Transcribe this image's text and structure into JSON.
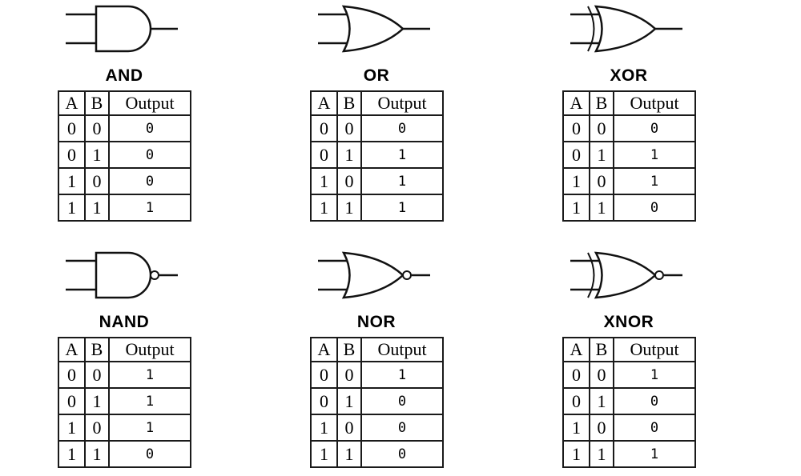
{
  "colors": {
    "background": "#ffffff",
    "line": "#111111",
    "text": "#000000"
  },
  "table": {
    "headers": [
      "A",
      "B",
      "Output"
    ],
    "input_rows": [
      [
        "0",
        "0"
      ],
      [
        "0",
        "1"
      ],
      [
        "1",
        "0"
      ],
      [
        "1",
        "1"
      ]
    ]
  },
  "gates": [
    {
      "label": "AND",
      "symbol": "and-gate-icon",
      "outputs": [
        "0",
        "0",
        "0",
        "1"
      ]
    },
    {
      "label": "OR",
      "symbol": "or-gate-icon",
      "outputs": [
        "0",
        "1",
        "1",
        "1"
      ]
    },
    {
      "label": "XOR",
      "symbol": "xor-gate-icon",
      "outputs": [
        "0",
        "1",
        "1",
        "0"
      ]
    },
    {
      "label": "NAND",
      "symbol": "nand-gate-icon",
      "outputs": [
        "1",
        "1",
        "1",
        "0"
      ]
    },
    {
      "label": "NOR",
      "symbol": "nor-gate-icon",
      "outputs": [
        "1",
        "0",
        "0",
        "0"
      ]
    },
    {
      "label": "XNOR",
      "symbol": "xnor-gate-icon",
      "outputs": [
        "1",
        "0",
        "0",
        "1"
      ]
    }
  ]
}
